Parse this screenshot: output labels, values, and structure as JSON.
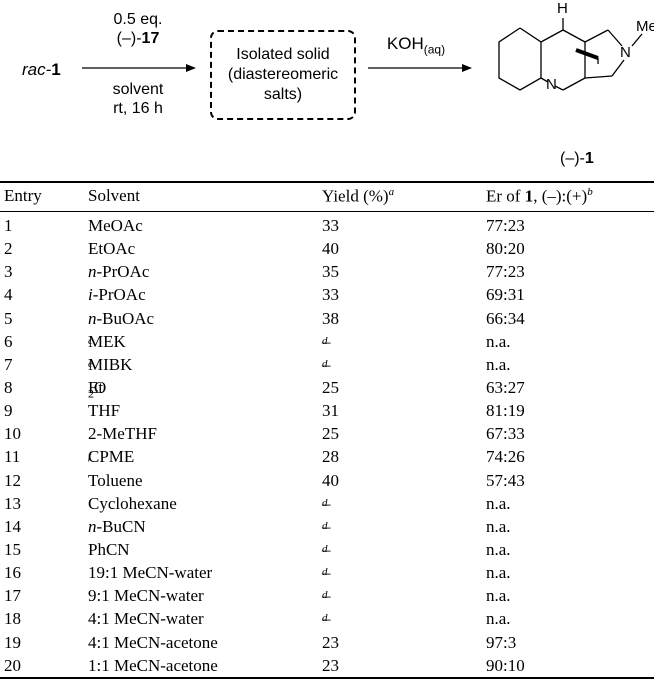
{
  "scheme": {
    "reactant_prefix": "rac-",
    "reactant_num": "1",
    "arrow1_line1": "0.5 eq.",
    "arrow1_line2_prefix": "(–)-",
    "arrow1_line2_num": "17",
    "arrow1_line3": "solvent",
    "arrow1_line4": "rt, 16 h",
    "box_line1": "Isolated solid",
    "box_line2": "(diastereomeric",
    "box_line3": "salts)",
    "reagent2_main": "KOH",
    "reagent2_sub": "(aq)",
    "product_prefix": "(–)-",
    "product_num": "1",
    "atom_H": "H",
    "atom_N1": "N",
    "atom_N2": "N",
    "atom_Me": "Me"
  },
  "table": {
    "headers": {
      "entry": "Entry",
      "solvent": "Solvent",
      "yield": "Yield (%)",
      "yield_sup": "a",
      "er_prefix": "Er of ",
      "er_num": "1",
      "er_suffix": ", (–):(+)",
      "er_sup": "b"
    },
    "rows": [
      {
        "entry": "1",
        "solvent": "MeOAc",
        "yield": "33",
        "er": "77:23"
      },
      {
        "entry": "2",
        "solvent": "EtOAc",
        "yield": "40",
        "er": "80:20"
      },
      {
        "entry": "3",
        "solvent_it": "n",
        "solvent": "-PrOAc",
        "yield": "35",
        "er": "77:23"
      },
      {
        "entry": "4",
        "solvent_it": "i",
        "solvent": "-PrOAc",
        "yield": "33",
        "er": "69:31"
      },
      {
        "entry": "5",
        "solvent_it": "n",
        "solvent": "-BuOAc",
        "yield": "38",
        "er": "66:34"
      },
      {
        "entry": "6",
        "solvent": "MEK",
        "solvent_sup": "c",
        "yield": "–",
        "yield_sup": "d",
        "er": "n.a."
      },
      {
        "entry": "7",
        "solvent": "MIBK",
        "solvent_sup": "e",
        "yield": "–",
        "yield_sup": "d",
        "er": "n.a."
      },
      {
        "entry": "8",
        "solvent": "Et",
        "solvent_sub": "2",
        "solvent_tail": "O",
        "yield": "25",
        "er": "63:27"
      },
      {
        "entry": "9",
        "solvent": "THF",
        "yield": "31",
        "er": "81:19"
      },
      {
        "entry": "10",
        "solvent": "2-MeTHF",
        "yield": "25",
        "er": "67:33"
      },
      {
        "entry": "11",
        "solvent": "CPME",
        "solvent_sup": "f",
        "yield": "28",
        "er": "74:26"
      },
      {
        "entry": "12",
        "solvent": "Toluene",
        "yield": "40",
        "er": "57:43"
      },
      {
        "entry": "13",
        "solvent": "Cyclohexane",
        "yield": "–",
        "yield_sup": "d",
        "er": "n.a."
      },
      {
        "entry": "14",
        "solvent_it": "n",
        "solvent": "-BuCN",
        "yield": "–",
        "yield_sup": "d",
        "er": "n.a."
      },
      {
        "entry": "15",
        "solvent": "PhCN",
        "yield": "–",
        "yield_sup": "d",
        "er": "n.a."
      },
      {
        "entry": "16",
        "solvent": "19:1 MeCN-water",
        "yield": "–",
        "yield_sup": "d",
        "er": "n.a."
      },
      {
        "entry": "17",
        "solvent": "9:1 MeCN-water",
        "yield": "–",
        "yield_sup": "d",
        "er": "n.a."
      },
      {
        "entry": "18",
        "solvent": "4:1 MeCN-water",
        "yield": "–",
        "yield_sup": "d",
        "er": "n.a."
      },
      {
        "entry": "19",
        "solvent": "4:1 MeCN-acetone",
        "yield": "23",
        "er": "97:3"
      },
      {
        "entry": "20",
        "solvent": "1:1 MeCN-acetone",
        "yield": "23",
        "er": "90:10"
      }
    ]
  }
}
